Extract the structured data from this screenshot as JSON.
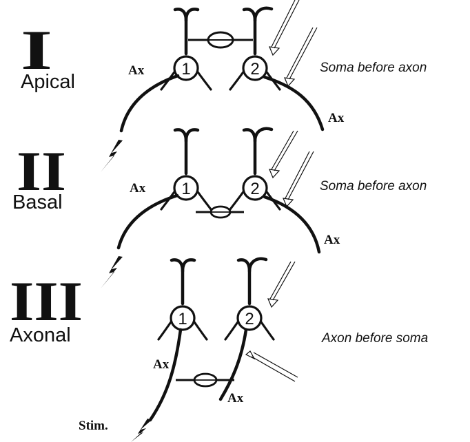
{
  "diagram": {
    "panels": [
      {
        "numeral": "I",
        "label": "Apical",
        "note": "Soma before axon",
        "cell1": "1",
        "cell2": "2",
        "axon_left": "Ax",
        "axon_right": "Ax"
      },
      {
        "numeral": "II",
        "label": "Basal",
        "note": "Soma before axon",
        "cell1": "1",
        "cell2": "2",
        "axon_left": "Ax",
        "axon_right": "Ax"
      },
      {
        "numeral": "III",
        "label": "Axonal",
        "note": "Axon before soma",
        "cell1": "1",
        "cell2": "2",
        "axon_left": "Ax",
        "axon_right": "Ax"
      }
    ],
    "stim_label": "Stim."
  }
}
